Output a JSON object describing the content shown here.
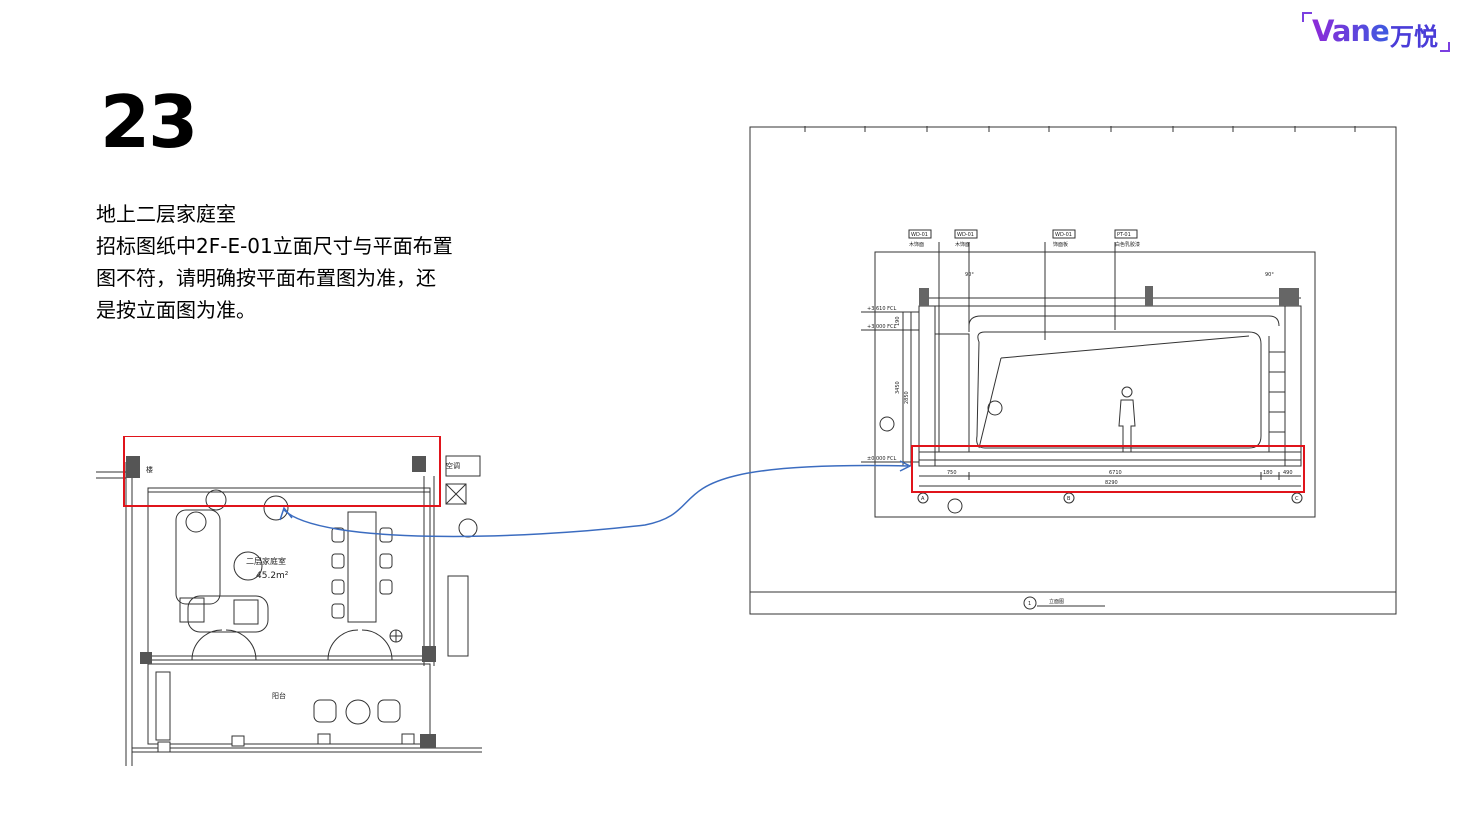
{
  "header": {
    "logo_text": "Vane",
    "logo_cn": "万悦"
  },
  "slide": {
    "number": "23",
    "lines": [
      "地上二层家庭室",
      "招标图纸中2F-E-01立面尺寸与平面布置",
      "图不符，请明确按平面布置图为准，还",
      "是按立面图为准。"
    ]
  },
  "plan": {
    "room_name": "二层家庭室",
    "room_area": "45.2m²",
    "balcony_label": "阳台",
    "ac_label": "空调",
    "stair_label": "楼"
  },
  "elevation": {
    "dims": [
      "750",
      "6710",
      "180",
      "490",
      "8290"
    ],
    "levels": [
      "+3.610 FCL",
      "+3.000 FCL",
      "±0.000 FCL"
    ],
    "vertical_dims": [
      "190",
      "3450",
      "2850"
    ],
    "tags": [
      "WD-01",
      "WD-01",
      "WD-01",
      "PT-01"
    ],
    "tag_labels": [
      "木饰面",
      "木饰面",
      "饰面板",
      "白色乳胶漆"
    ],
    "angle_labels": [
      "90°",
      "90°"
    ],
    "grid_labels": [
      "A",
      "B",
      "C"
    ],
    "title_number": "1",
    "title_text": "立面图"
  },
  "colors": {
    "highlight": "#e0141b",
    "arrow": "#3b6cc0",
    "logo_start": "#8e2ad8",
    "logo_end": "#3c5ae0"
  }
}
